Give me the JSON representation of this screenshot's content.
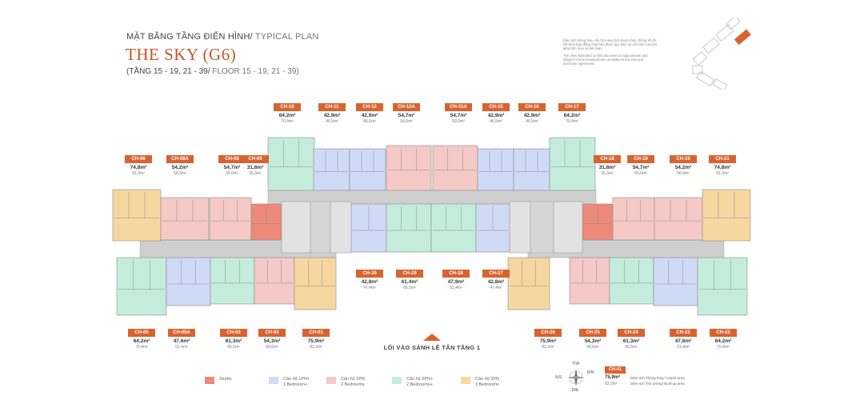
{
  "header": {
    "plan_label_vi": "MẶT BẰNG TẦNG ĐIỂN HÌNH/",
    "plan_label_en": " TYPICAL PLAN",
    "title": "THE SKY (G6)",
    "floors_vi": "(TẦNG 15 - 19, 21 - 39/",
    "floors_en": " FLOOR 15 - 19, 21 - 39)"
  },
  "note": {
    "vi": "Diện tích thông thủy căn hộ mang tính tham khảo, thông số chi tiết theo hợp đồng mua bán được quy định tại văn bản cam kết giữa bên mua và bên bán.",
    "en": "The area illustrated on this document is approximate and subject to final measurement as stated in the sale and purchase agreement."
  },
  "colors": {
    "studio": "#ee8a78",
    "one_bed_plus": "#cfdaf7",
    "two_bed": "#f5c9c6",
    "two_bed_plus": "#c4ecdd",
    "three_bed": "#f7d7a0",
    "accent": "#d9632e"
  },
  "units": [
    {
      "code": "CH-10",
      "a1": "64,2m²",
      "a2": "70,4m²"
    },
    {
      "code": "CH-11",
      "a1": "42,9m²",
      "a2": "46,5m²"
    },
    {
      "code": "CH-12",
      "a1": "42,9m²",
      "a2": "46,5m²"
    },
    {
      "code": "CH-12A",
      "a1": "54,7m²",
      "a2": "59,0m²"
    },
    {
      "code": "CH-15A",
      "a1": "54,7m²",
      "a2": "59,0m²"
    },
    {
      "code": "CH-15",
      "a1": "42,9m²",
      "a2": "46,5m²"
    },
    {
      "code": "CH-16",
      "a1": "42,9m²",
      "a2": "46,5m²"
    },
    {
      "code": "CH-17",
      "a1": "64,2m²",
      "a2": "70,4m²"
    },
    {
      "code": "CH-06",
      "a1": "74,8m²",
      "a2": "81,0m²"
    },
    {
      "code": "CH-08A",
      "a1": "54,2m²",
      "a2": "58,9m²"
    },
    {
      "code": "CH-08",
      "a1": "54,7m²",
      "a2": "59,0m²"
    },
    {
      "code": "CH-09",
      "a1": "31,8m²",
      "a2": "35,3m²"
    },
    {
      "code": "CH-18",
      "a1": "31,8m²",
      "a2": "35,3m²"
    },
    {
      "code": "CH-19",
      "a1": "54,7m²",
      "a2": "59,0m²"
    },
    {
      "code": "CH-20",
      "a1": "54,2m²",
      "a2": "58,9m²"
    },
    {
      "code": "CH-21",
      "a1": "74,8m²",
      "a2": "81,0m²"
    },
    {
      "code": "CH-30",
      "a1": "42,8m²",
      "a2": "47,4m²"
    },
    {
      "code": "CH-29",
      "a1": "61,4m²",
      "a2": "66,5m²"
    },
    {
      "code": "CH-28",
      "a1": "47,9m²",
      "a2": "51,4m²"
    },
    {
      "code": "CH-27",
      "a1": "42,8m²",
      "a2": "47,4m²"
    },
    {
      "code": "CH-05",
      "a1": "64,2m²",
      "a2": "70,4m²"
    },
    {
      "code": "CH-05A",
      "a1": "47,6m²",
      "a2": "51,4m²"
    },
    {
      "code": "CH-03",
      "a1": "61,3m²",
      "a2": "66,5m²"
    },
    {
      "code": "CH-02",
      "a1": "54,3m²",
      "a2": "58,6m²"
    },
    {
      "code": "CH-01",
      "a1": "75,9m²",
      "a2": "82,3m²"
    },
    {
      "code": "CH-26",
      "a1": "75,9m²",
      "a2": "82,3m²"
    },
    {
      "code": "CH-25",
      "a1": "54,3m²",
      "a2": "58,6m²"
    },
    {
      "code": "CH-24",
      "a1": "61,3m²",
      "a2": "66,5m²"
    },
    {
      "code": "CH-23",
      "a1": "47,6m²",
      "a2": "51,4m²"
    },
    {
      "code": "CH-22",
      "a1": "64,2m²",
      "a2": "70,4m²"
    }
  ],
  "entry": {
    "label": "LỐI VÀO SẢNH LỄ TÂN TẦNG 1"
  },
  "legend": [
    {
      "vi": "Studio",
      "en": ""
    },
    {
      "vi": "Căn hộ 1PN+",
      "en": "1 Bedroom+"
    },
    {
      "vi": "Căn hộ 2PN",
      "en": "2 Bedrooms"
    },
    {
      "vi": "Căn hộ 2PN+",
      "en": "2 Bedrooms+"
    },
    {
      "vi": "Căn hộ 3PN",
      "en": "3 Bedrooms"
    }
  ],
  "compass": {
    "north": "T/W",
    "east": "B/N",
    "south": "Đ/E",
    "west": "N/S"
  },
  "legend_example": {
    "code": "CH-01",
    "a1": "75,9m²",
    "a2": "82,3m²",
    "desc1": "Diện tích Thông thủy/ Carpet area",
    "desc2": "Diện tích Tim tường/ Built-up area"
  }
}
